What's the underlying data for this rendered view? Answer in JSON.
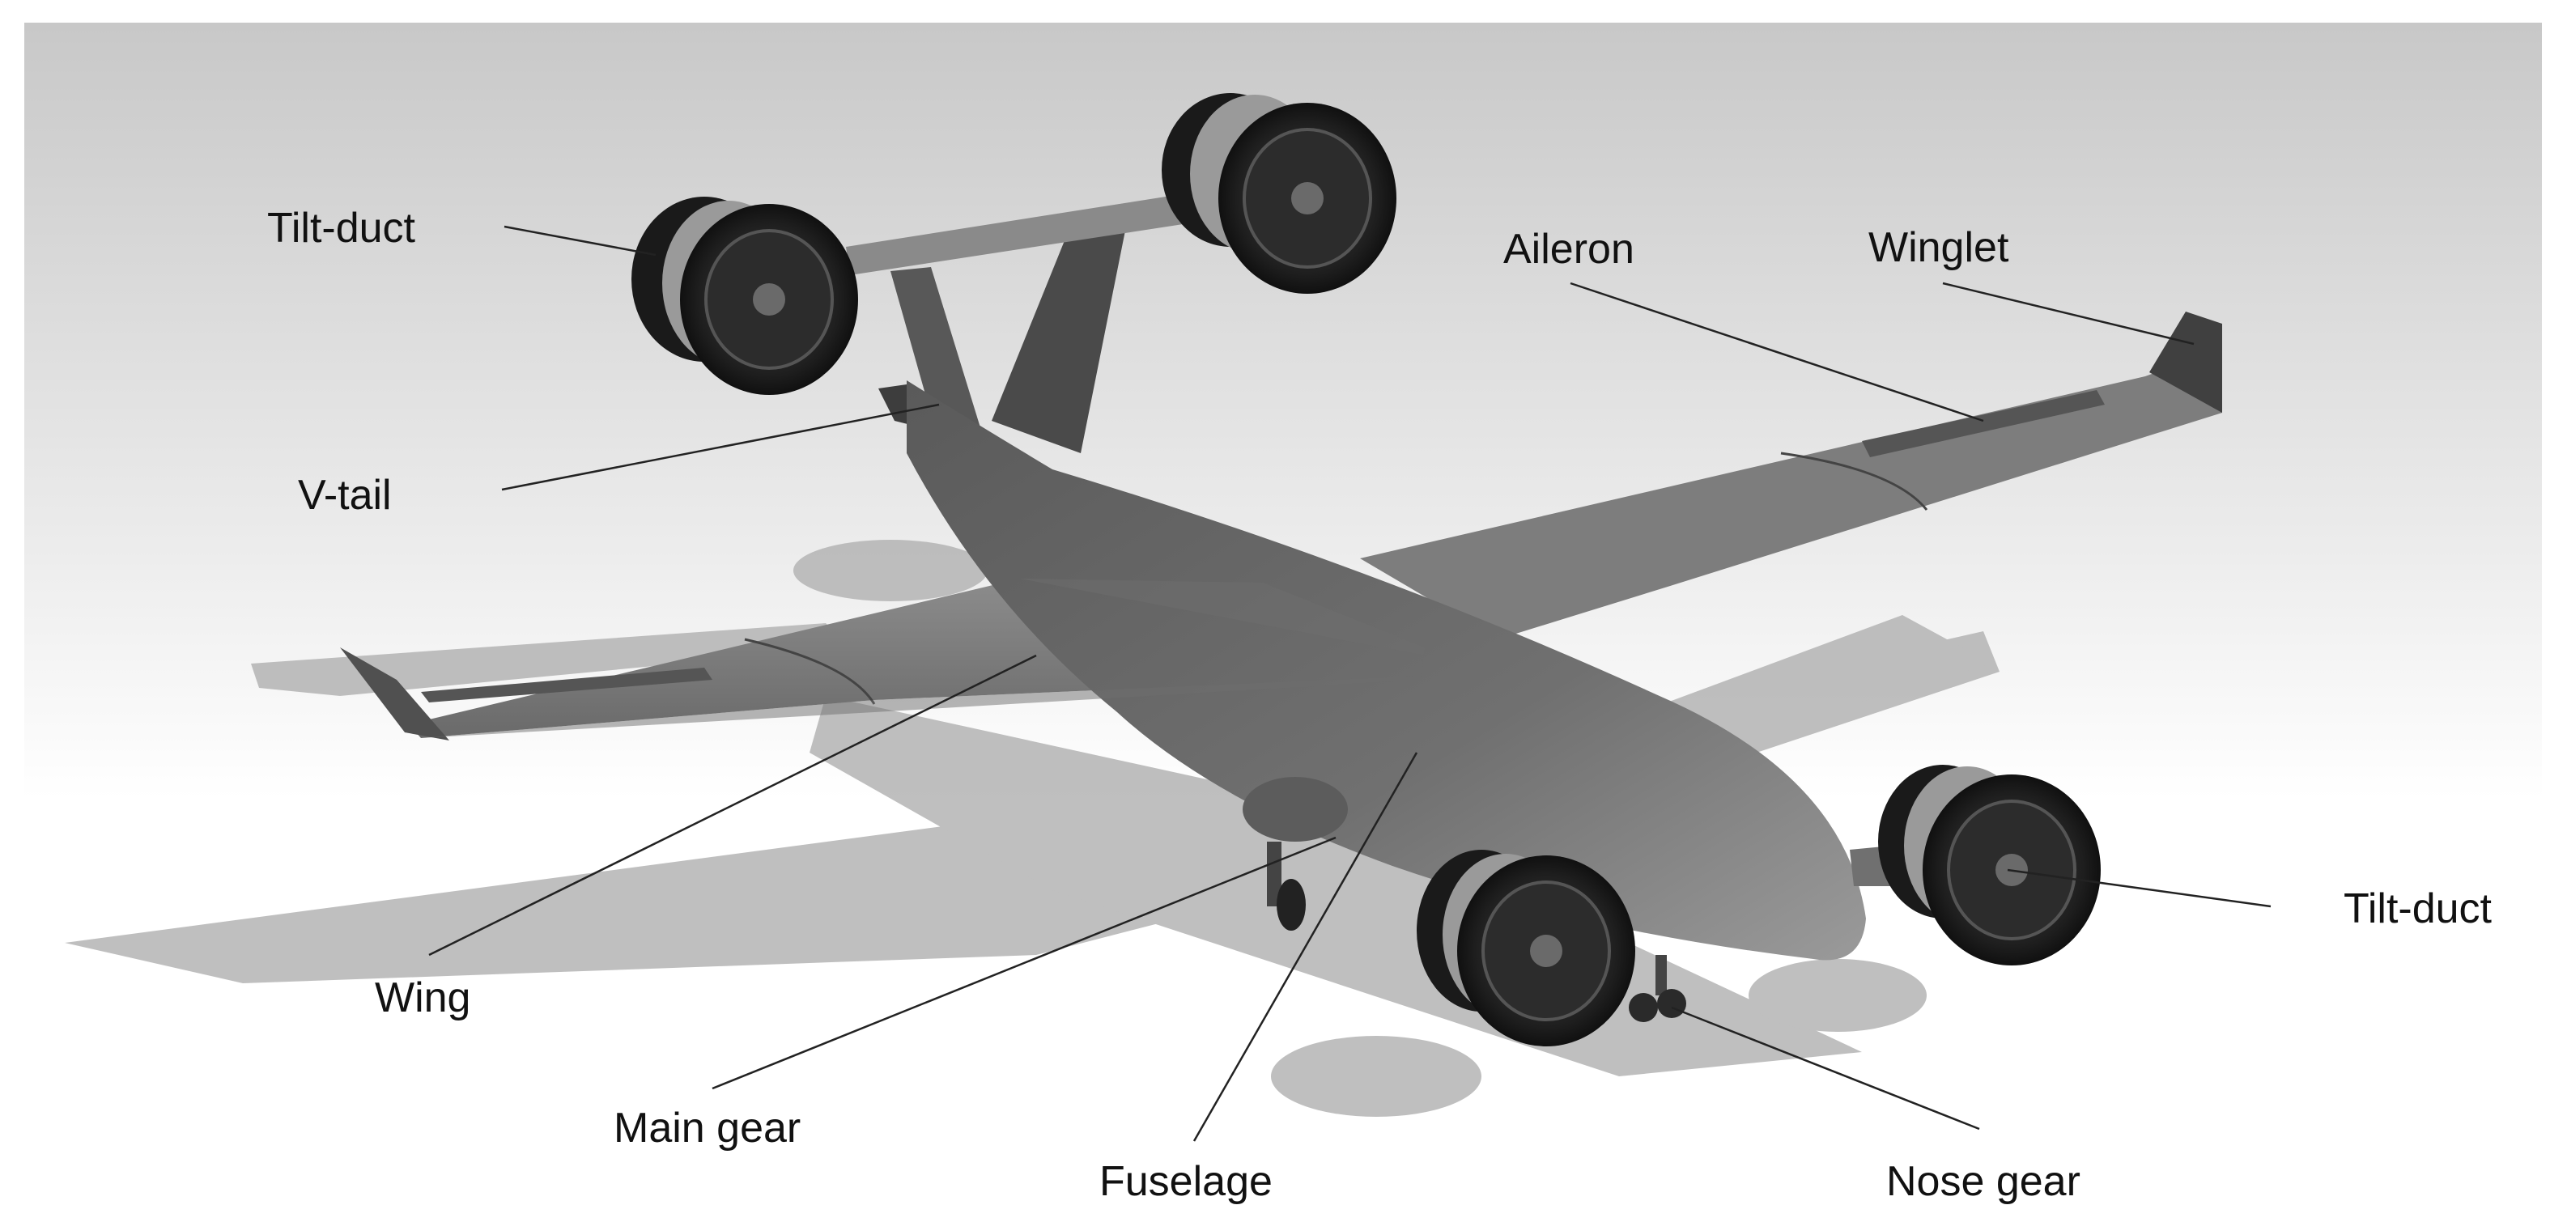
{
  "labels": {
    "tilt_duct_rear": "Tilt-duct",
    "aileron": "Aileron",
    "winglet": "Winglet",
    "v_tail": "V-tail",
    "tilt_duct_front": "Tilt-duct",
    "wing": "Wing",
    "main_gear": "Main gear",
    "fuselage": "Fuselage",
    "nose_gear": "Nose gear"
  },
  "colors": {
    "background_top": "#c8c8c8",
    "background_bottom": "#ffffff",
    "aircraft_body": "#6e6e6e",
    "shadow": "#b4b4b4",
    "duct": "#2b2b2b",
    "leader_line": "#222222"
  }
}
